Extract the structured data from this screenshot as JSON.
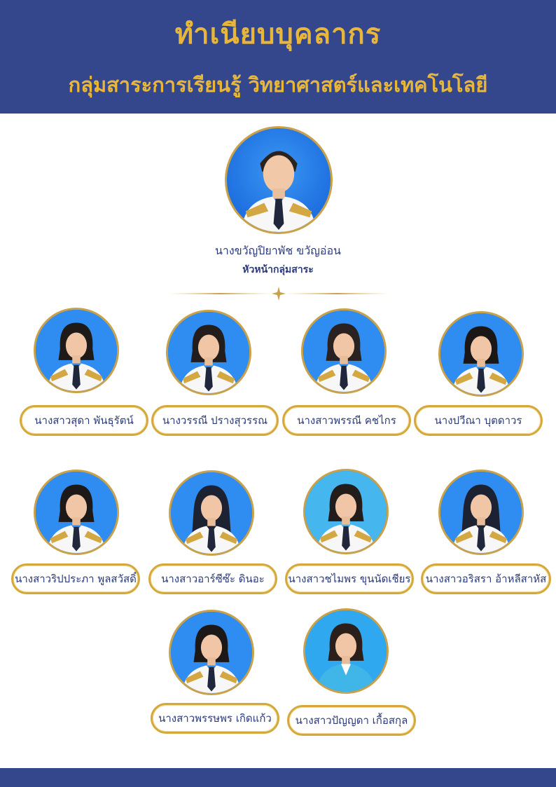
{
  "header": {
    "title": "ทำเนียบบุคลากร",
    "subtitle": "กลุ่มสาระการเรียนรู้ วิทยาศาสตร์และเทคโนโลยี"
  },
  "head": {
    "name": "นางขวัญปิยาพัช  ขวัญอ่อน",
    "role": "หัวหน้ากลุ่มสาระ"
  },
  "staff": [
    {
      "name": "นางสาวสุดา พันธุรัตน์"
    },
    {
      "name": "นางวรรณี ปรางสุวรรณ"
    },
    {
      "name": "นางสาวพรรณี คชไกร"
    },
    {
      "name": "นางปวีณา บุตดาวร"
    },
    {
      "name": "นางสาวริปประภา พูลสวัสดิ์"
    },
    {
      "name": "นางสาวอาร์ซีซ๊ะ ดินอะ"
    },
    {
      "name": "นางสาวชไมพร ขุนนัดเชียร"
    },
    {
      "name": "นางสาวอริสรา อ้าหลีสาหัส"
    },
    {
      "name": "นางสาวพรรษพร เกิดแก้ว"
    },
    {
      "name": "นางสาวปัญญดา เกื้อสกุล"
    }
  ],
  "colors": {
    "banner": "#34478d",
    "title_gold": "#e8b73a",
    "frame_gold": "#d4a83a",
    "name_text": "#2c3b7a",
    "photo_bg": "#2a82ea"
  },
  "icons": {
    "portrait": "person-portrait-icon",
    "divider": "sparkle-divider-icon"
  }
}
